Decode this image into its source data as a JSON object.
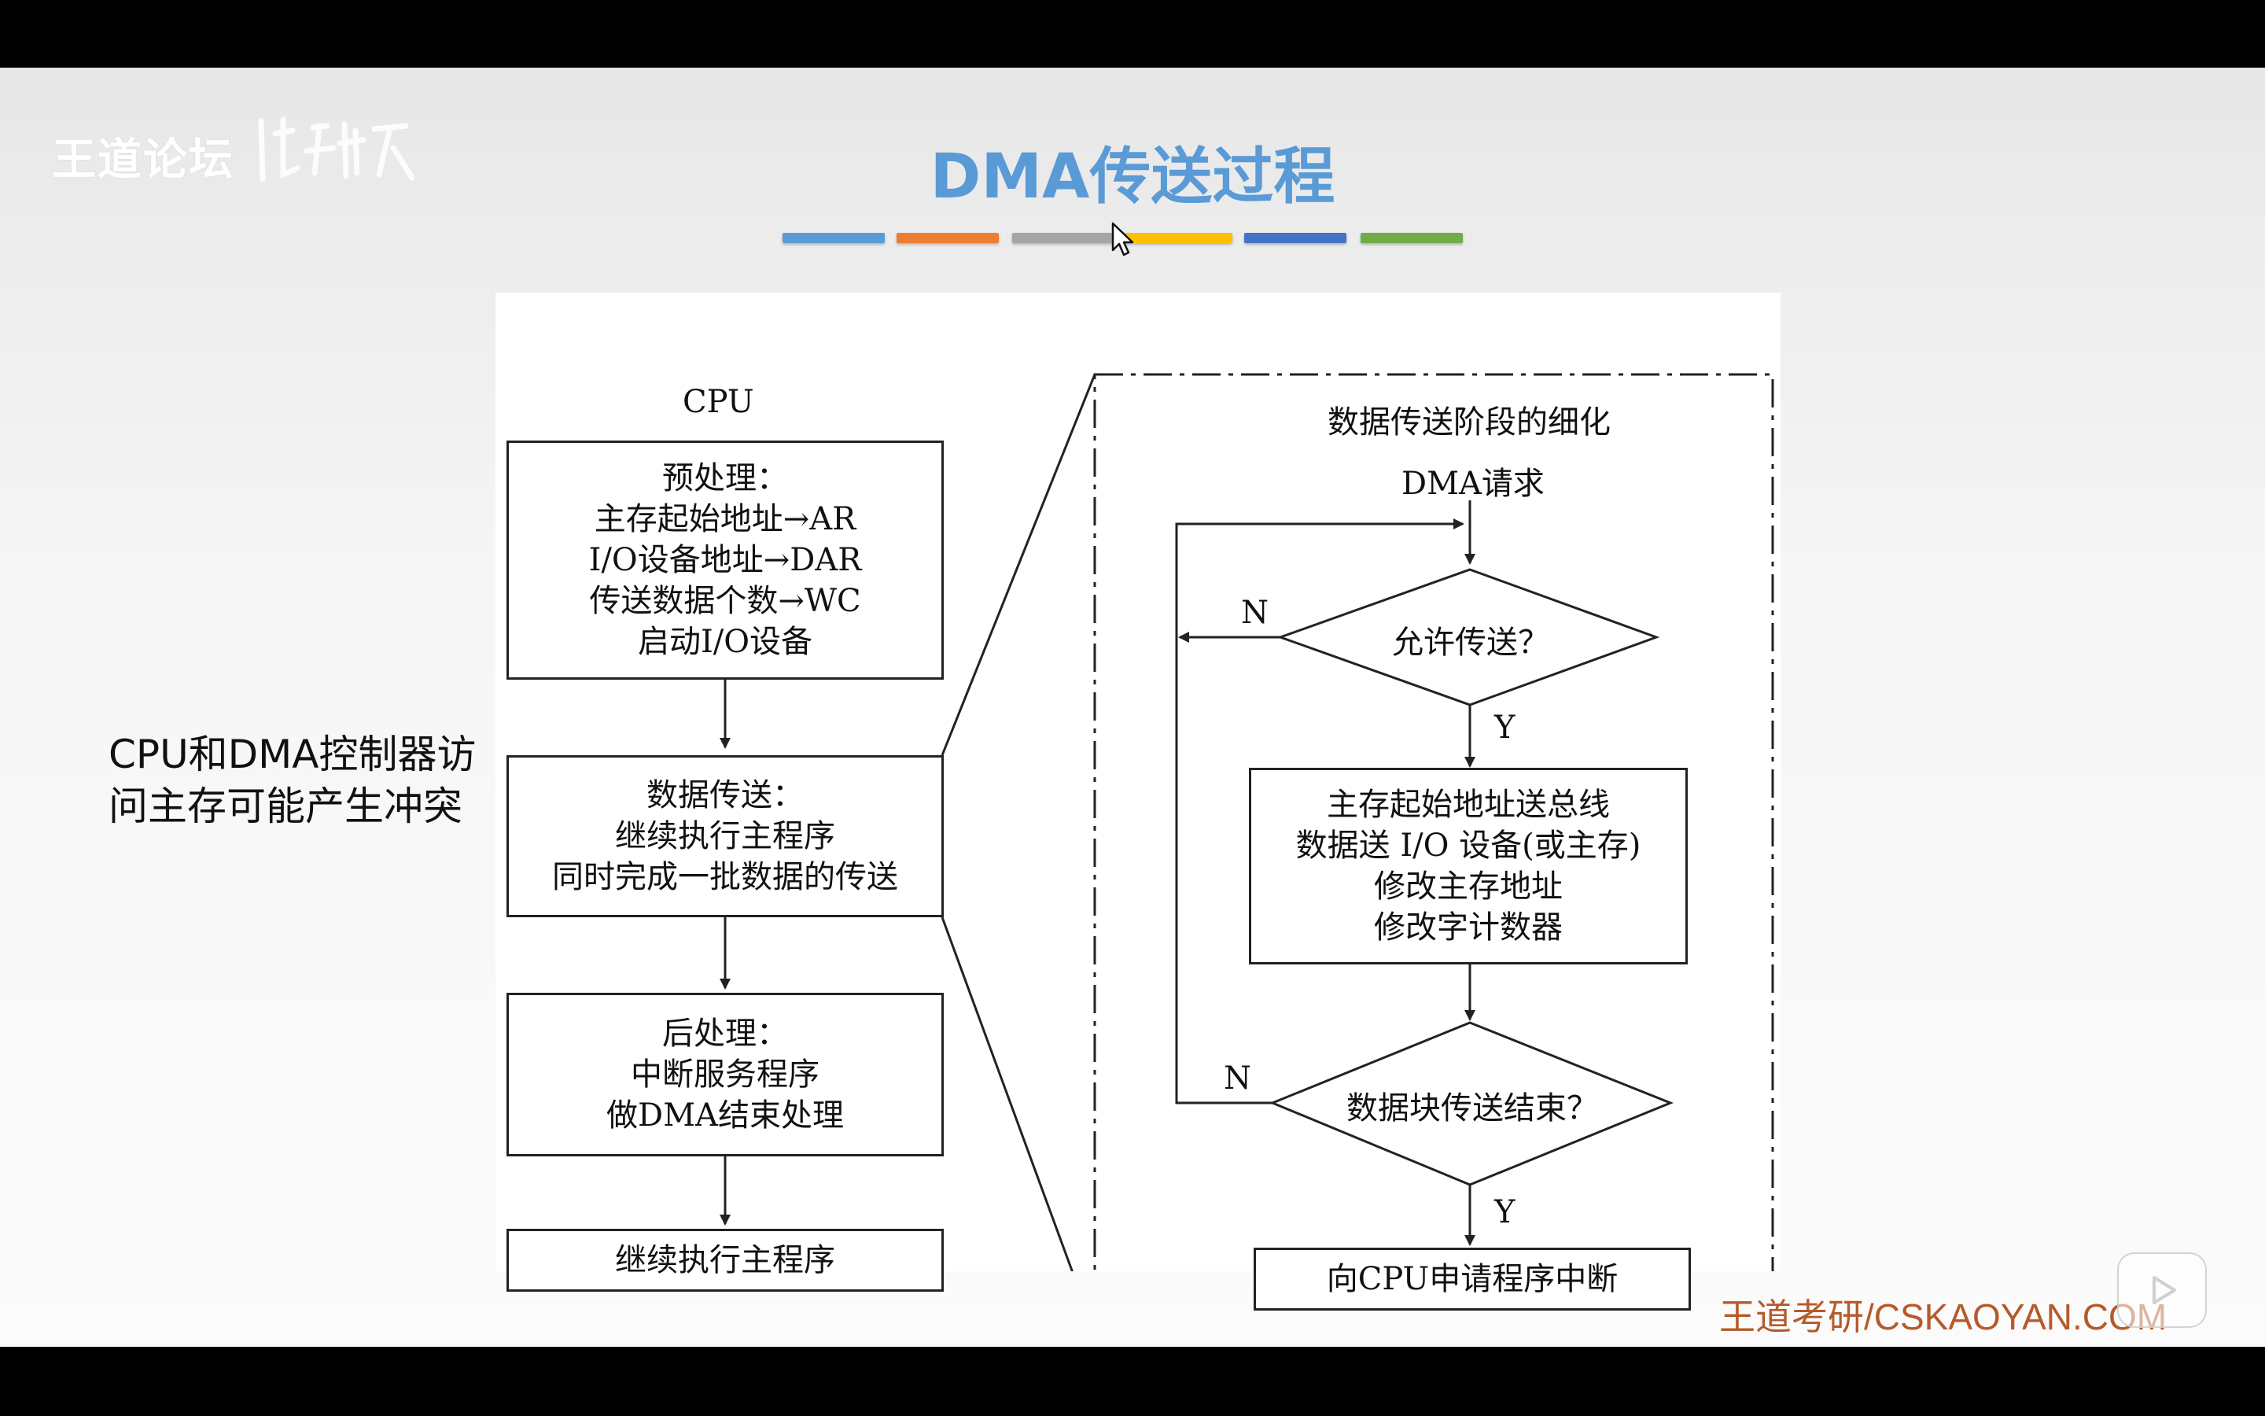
{
  "slide": {
    "logo_text": "王道论坛",
    "title": "DMA传送过程",
    "side_note_lines": [
      "CPU和DMA控制器访",
      "问主存可能产生冲突"
    ],
    "watermark": "王道考研/CSKAOYAN.COM",
    "strip_colors": [
      "#5b9bd5",
      "#ed7d31",
      "#a5a5a5",
      "#ffc000",
      "#4472c4",
      "#70ad47"
    ]
  },
  "diagram": {
    "cpu_label": "CPU",
    "preprocess": [
      "预处理：",
      "主存起始地址→AR",
      "I/O设备地址→DAR",
      "传送数据个数→WC",
      "启动I/O设备"
    ],
    "transfer": [
      "数据传送：",
      "继续执行主程序",
      "同时完成一批数据的传送"
    ],
    "postprocess": [
      "后处理：",
      "中断服务程序",
      "做DMA结束处理"
    ],
    "continue_main": "继续执行主程序",
    "detail_title": "数据传送阶段的细化",
    "dma_request": "DMA请求",
    "allow_decision": "允许传送？",
    "transfer_steps": [
      "主存起始地址送总线",
      "数据送 I/O 设备(或主存)",
      "修改主存地址",
      "修改字计数器"
    ],
    "end_decision": "数据块传送结束？",
    "interrupt_request": "向CPU申请程序中断",
    "label_n": "N",
    "label_y": "Y"
  }
}
